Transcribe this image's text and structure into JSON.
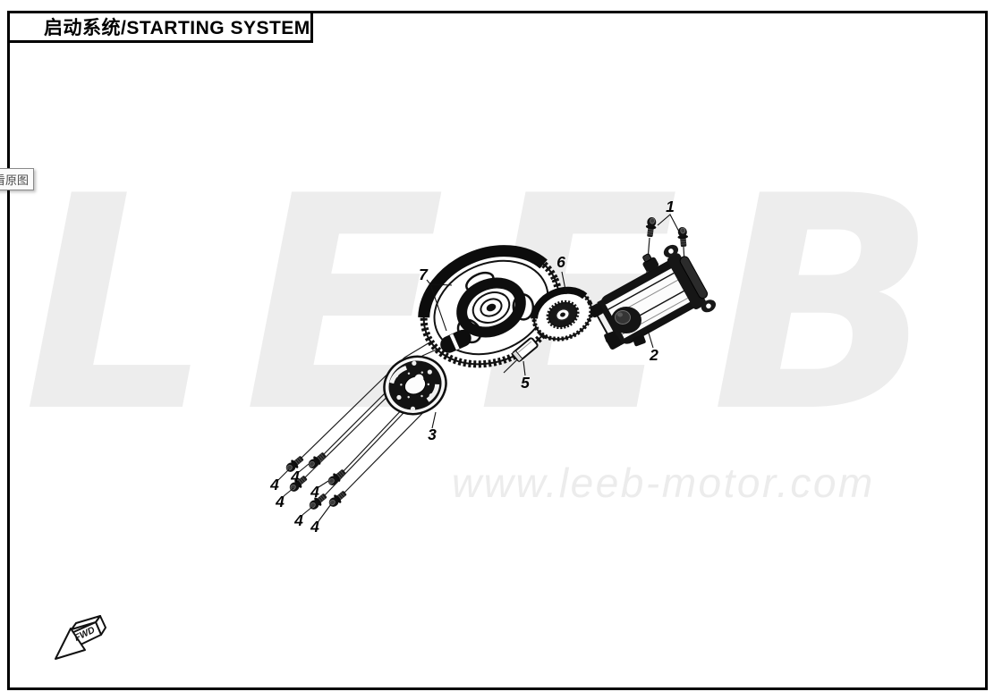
{
  "page": {
    "title": "启动系统/STARTING SYSTEM"
  },
  "tooltip": {
    "label": "看原图"
  },
  "watermark": {
    "brand": "LEEB",
    "url": "www.leeb-motor.com",
    "color": "#ededed"
  },
  "fwd": {
    "label": "FWD"
  },
  "diagram": {
    "callouts": [
      {
        "label": "1"
      },
      {
        "label": "2"
      },
      {
        "label": "3"
      },
      {
        "label": "4"
      },
      {
        "label": "4"
      },
      {
        "label": "4"
      },
      {
        "label": "4"
      },
      {
        "label": "4"
      },
      {
        "label": "4"
      },
      {
        "label": "5"
      },
      {
        "label": "6"
      },
      {
        "label": "7"
      }
    ]
  },
  "colors": {
    "frame": "#000000",
    "line_art": "#111111",
    "watermark_gray": "#ededed"
  }
}
